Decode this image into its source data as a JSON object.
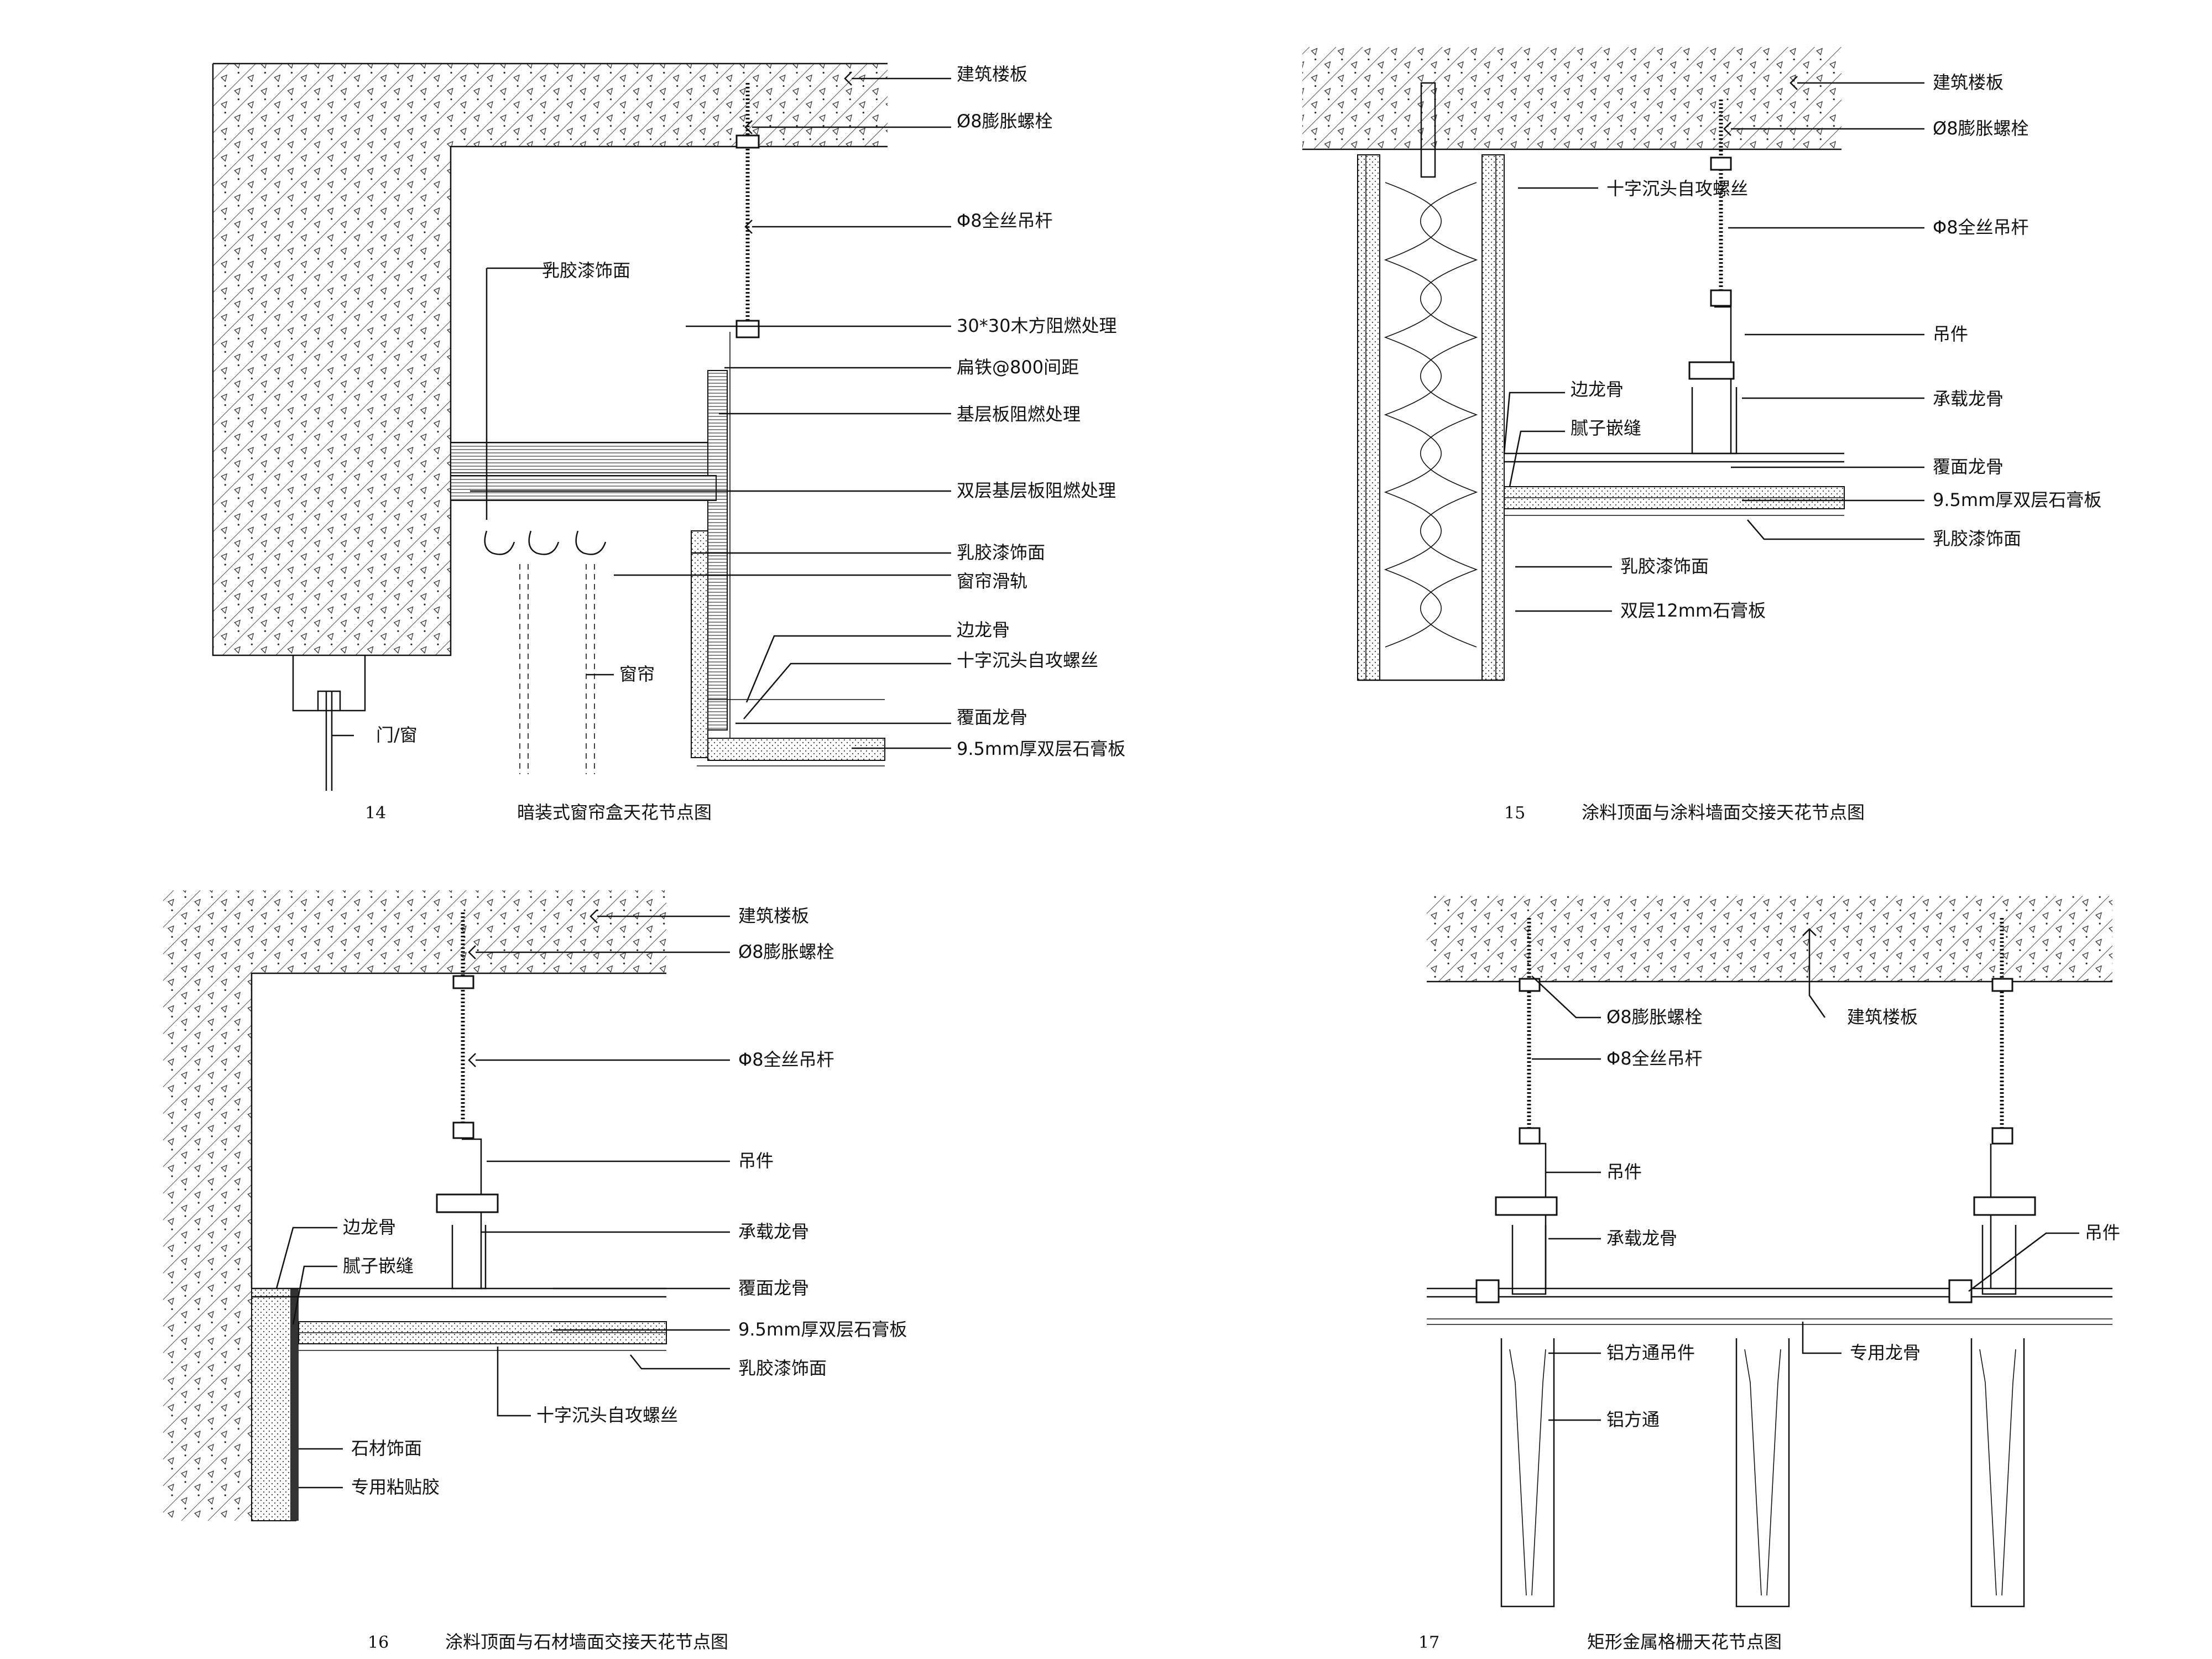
{
  "details": [
    {
      "number": "14",
      "title": "暗装式窗帘盒天花节点图",
      "labels": [
        "建筑楼板",
        "Ø8膨胀螺栓",
        "Φ8全丝吊杆",
        "乳胶漆饰面",
        "30*30木方阻燃处理",
        "扁铁@800间距",
        "基层板阻燃处理",
        "双层基层板阻燃处理",
        "乳胶漆饰面",
        "窗帘滑轨",
        "边龙骨",
        "十字沉头自攻螺丝",
        "窗帘",
        "覆面龙骨",
        "9.5mm厚双层石膏板",
        "门/窗"
      ]
    },
    {
      "number": "15",
      "title": "涂料顶面与涂料墙面交接天花节点图",
      "labels": [
        "建筑楼板",
        "Ø8膨胀螺栓",
        "十字沉头自攻螺丝",
        "Φ8全丝吊杆",
        "吊件",
        "边龙骨",
        "腻子嵌缝",
        "承载龙骨",
        "覆面龙骨",
        "9.5mm厚双层石膏板",
        "乳胶漆饰面",
        "乳胶漆饰面",
        "双层12mm石膏板"
      ]
    },
    {
      "number": "16",
      "title": "涂料顶面与石材墙面交接天花节点图",
      "labels": [
        "建筑楼板",
        "Ø8膨胀螺栓",
        "Φ8全丝吊杆",
        "吊件",
        "边龙骨",
        "腻子嵌缝",
        "承载龙骨",
        "覆面龙骨",
        "9.5mm厚双层石膏板",
        "乳胶漆饰面",
        "十字沉头自攻螺丝",
        "石材饰面",
        "专用粘贴胶"
      ]
    },
    {
      "number": "17",
      "title": "矩形金属格栅天花节点图",
      "labels": [
        "Ø8膨胀螺栓",
        "建筑楼板",
        "Φ8全丝吊杆",
        "吊件",
        "承载龙骨",
        "吊件",
        "铝方通吊件",
        "专用龙骨",
        "铝方通"
      ]
    }
  ]
}
